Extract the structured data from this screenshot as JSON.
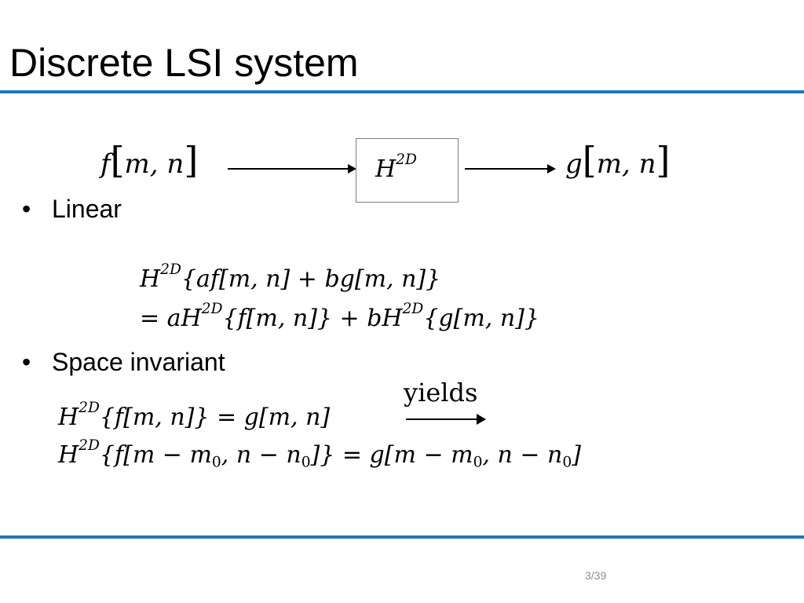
{
  "slide": {
    "title": "Discrete LSI system",
    "accent_color": "#1f77b8",
    "page_number": "3/39"
  },
  "diagram": {
    "input_fn": "f",
    "input_args": "m, n",
    "system_base": "H",
    "system_sup": "2D",
    "output_fn": "g",
    "output_args": "m, n"
  },
  "bullets": [
    {
      "label": "Linear"
    },
    {
      "label": "Space invariant"
    }
  ],
  "equations": {
    "linear_line1": "{af[m, n] + bg[m, n]}",
    "linear_line2_a": "= aH",
    "linear_line2_b": "{f[m, n]} + bH",
    "linear_line2_c": "{g[m, n]}",
    "shift_line1": "{f[m, n]} = g[m, n]",
    "yields_label": "yields",
    "shift_line2_a": "{f[m − m",
    "shift_line2_b": ", n − n",
    "shift_line2_c": "]} = g[m − m",
    "shift_line2_d": ", n − n",
    "shift_line2_e": "]",
    "sub_zero": "0"
  }
}
